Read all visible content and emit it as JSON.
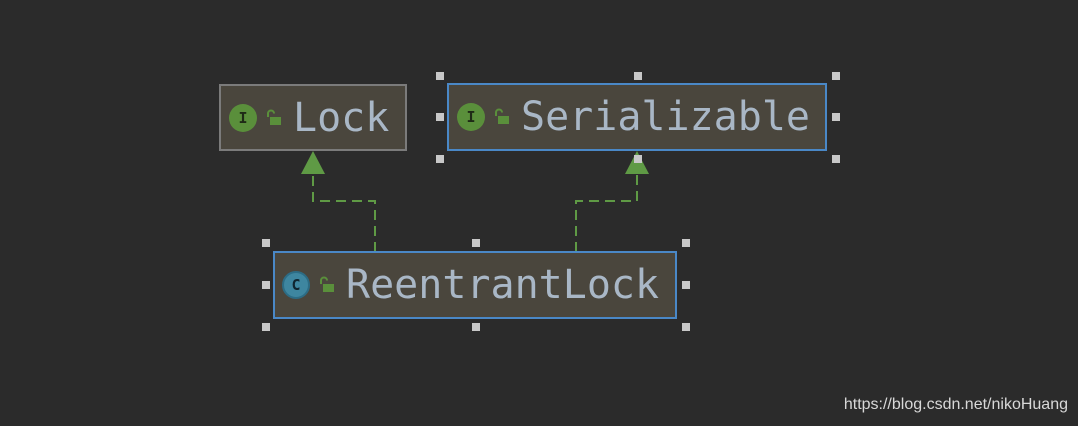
{
  "diagram": {
    "nodes": [
      {
        "id": "lock",
        "label": "Lock",
        "kind": "interface",
        "kind_letter": "I",
        "visibility_icon": "open-padlock-icon",
        "selected": false
      },
      {
        "id": "serializable",
        "label": "Serializable",
        "kind": "interface",
        "kind_letter": "I",
        "visibility_icon": "open-padlock-icon",
        "selected": true
      },
      {
        "id": "reentrantlock",
        "label": "ReentrantLock",
        "kind": "class",
        "kind_letter": "C",
        "visibility_icon": "open-padlock-icon",
        "selected": true
      }
    ],
    "edges": [
      {
        "from": "reentrantlock",
        "to": "lock",
        "relation": "implements",
        "style": "dashed"
      },
      {
        "from": "reentrantlock",
        "to": "serializable",
        "relation": "implements",
        "style": "dashed"
      }
    ]
  },
  "colors": {
    "background": "#2b2b2b",
    "node_fill": "#4a463d",
    "selection_border": "#4a88c7",
    "edge": "#5f9a45",
    "interface_badge": "#5a8f3b",
    "class_badge": "#3e86a0",
    "label_text": "#a9b7c6"
  },
  "watermark": "https://blog.csdn.net/nikoHuang"
}
